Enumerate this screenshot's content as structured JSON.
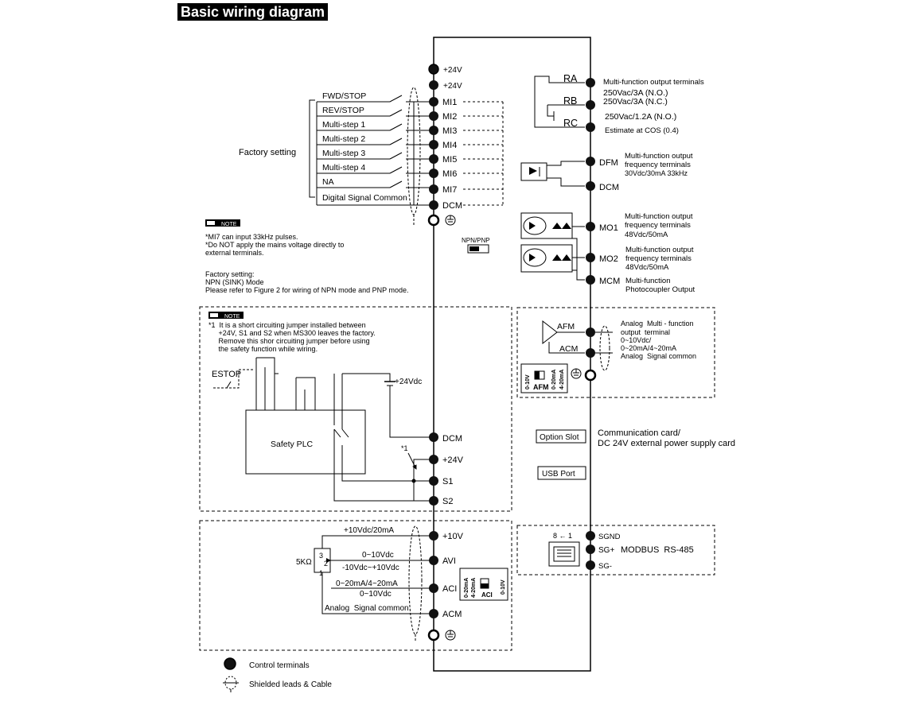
{
  "title": "Basic wiring diagram",
  "factory_setting_label": "Factory setting",
  "left_inputs": [
    {
      "label": "FWD/STOP",
      "terminal": "MI1"
    },
    {
      "label": "REV/STOP",
      "terminal": "MI2"
    },
    {
      "label": "Multi-step 1",
      "terminal": "MI3"
    },
    {
      "label": "Multi-step 2",
      "terminal": "MI4"
    },
    {
      "label": "Multi-step 3",
      "terminal": "MI5"
    },
    {
      "label": "Multi-step 4",
      "terminal": "MI6"
    },
    {
      "label": "NA",
      "terminal": "MI7"
    },
    {
      "label": "Digital Signal Common",
      "terminal": "DCM"
    }
  ],
  "top_terminals": [
    "+24V",
    "+24V"
  ],
  "note1": {
    "badge": "NOTE",
    "lines": [
      "*MI7 can input 33kHz pulses.",
      "*Do NOT apply the mains voltage directly to",
      " external terminals."
    ]
  },
  "npn_pnp_label": "NPN/PNP",
  "factory_note": [
    "Factory setting:",
    "NPN (SINK) Mode",
    "Please refer to Figure 2 for wiring of NPN mode and PNP mode."
  ],
  "note2": {
    "badge": "NOTE",
    "lines": [
      "*1  It is a short circuiting jumper installed between",
      "     +24V, S1 and S2 when MS300 leaves the factory.",
      "     Remove this shor circuiting jumper before using",
      "     the safety function while wiring."
    ]
  },
  "safety": {
    "estop": "ESTOP",
    "plc": "Safety PLC",
    "supply": "+24Vdc",
    "jumper": "*1",
    "terminals": [
      "DCM",
      "+24V",
      "S1",
      "S2"
    ]
  },
  "analog": {
    "pot": "5KΩ",
    "pot_pins": [
      "3",
      "2",
      "1"
    ],
    "lines": [
      "+10Vdc/20mA",
      "0~10Vdc",
      "-10Vdc~+10Vdc",
      "0~20mA/4~20mA",
      "0~10Vdc",
      "Analog  Signal common"
    ],
    "terminals": [
      "+10V",
      "AVI",
      "ACI",
      "ACM"
    ],
    "aci_switch": [
      "0-20mA",
      "4-20mA",
      "ACI",
      "0-10V"
    ]
  },
  "relay": {
    "terminals": [
      "RA",
      "RB",
      "RC"
    ],
    "desc": [
      "Multi-function output terminals",
      "250Vac/3A (N.O.)",
      "250Vac/3A (N.C.)",
      "250Vac/1.2A (N.O.)",
      "Estimate at COS (0.4)"
    ]
  },
  "dfm": {
    "terminals": [
      "DFM",
      "DCM"
    ],
    "desc": [
      "Multi-function output",
      "frequency terminals",
      "30Vdc/30mA 33kHz"
    ]
  },
  "mo1": {
    "terminal": "MO1",
    "desc": [
      "Multi-function output",
      "frequency terminals",
      "48Vdc/50mA"
    ]
  },
  "mo2": {
    "terminal": "MO2",
    "desc": [
      "Multi-function output",
      "frequency terminals",
      "48Vdc/50mA"
    ]
  },
  "mcm": {
    "terminal": "MCM",
    "desc": [
      "Multi-function",
      "Photocoupler Output"
    ]
  },
  "afm": {
    "terminals": [
      "AFM",
      "ACM"
    ],
    "desc": [
      "Analog  Multi - function",
      "output  terminal",
      "0~10Vdc/",
      "0~20mA/4~20mA",
      "Analog  Signal common"
    ],
    "switch": [
      "0-10V",
      "0-20mA",
      "4-20mA",
      "AFM"
    ]
  },
  "option_slot": {
    "label": "Option Slot",
    "desc": [
      "Communication card/",
      "DC 24V external power supply card"
    ]
  },
  "usb_port": "USB Port",
  "rs485": {
    "connector": "8 ← 1",
    "terminals": [
      "SGND",
      "SG+",
      "SG-"
    ],
    "label": "MODBUS  RS-485"
  },
  "legend": [
    {
      "label": "Control terminals"
    },
    {
      "label": "Shielded leads & Cable"
    }
  ]
}
